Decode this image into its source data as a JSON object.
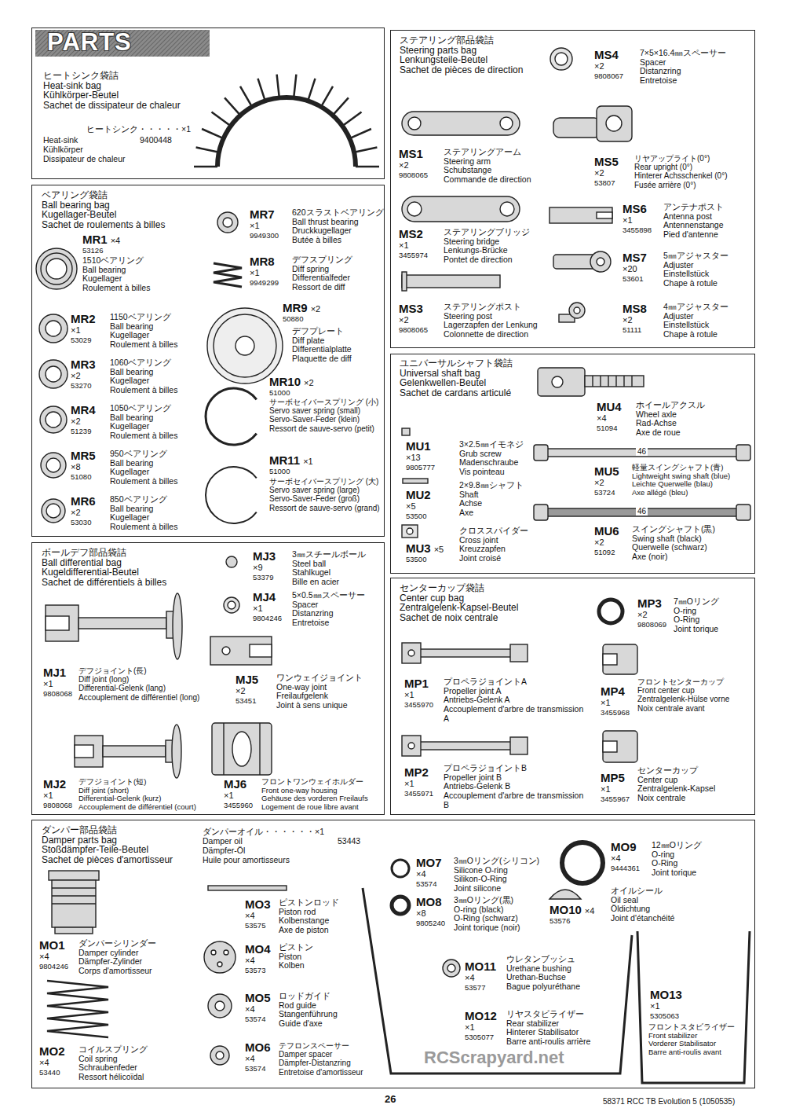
{
  "diagram": {
    "title": "PARTS",
    "nodes": [
      {
        "text": [
          "ヒートシンク袋詰",
          "Heat-sink bag",
          "Kühlkörper-Beutel",
          "Sachet de dissipateur de chaleur"
        ]
      },
      {
        "text": [
          "ベアリング袋詰",
          "Ball bearing bag",
          "Kugellager-Beutel",
          "Sachet de roulements à billes"
        ]
      },
      {
        "text": [
          "ボールデフ部品袋詰",
          "Ball differential bag",
          "Kugeldifferential-Beutel",
          "Sachet de différentiels à billes"
        ]
      },
      {
        "text": [
          "ステアリング部品袋詰",
          "Steering parts bag",
          "Lenkungsteile-Beutel",
          "Sachet de pièces de direction"
        ]
      },
      {
        "text": [
          "ユニバーサルシャフト袋詰",
          "Universal shaft bag",
          "Gelenkwellen-Beutel",
          "Sachet de cardans articulé"
        ]
      },
      {
        "text": [
          "センターカップ袋詰",
          "Center cup bag",
          "Zentralgelenk-Kapsel-Beutel",
          "Sachet de noix centrale"
        ]
      },
      {
        "text": [
          "ダンパー部品袋詰",
          "Damper parts bag",
          "Stoßdämpfer-Teile-Beutel",
          "Sachet de pièces d'amortisseur"
        ]
      }
    ],
    "labels": [
      "ヒートシンク・・・・・×1",
      "Heat-sink",
      "9400448",
      "Kühlkörper",
      "Dissipateur de chaleur",
      "MR1",
      "×4",
      "53126",
      "1510ベアリング",
      "Ball bearing",
      "Kugellager",
      "Roulement à billes",
      "MR2",
      "×1",
      "53029",
      "1150ベアリング",
      "Ball bearing",
      "Kugellager",
      "Roulement à billes",
      "MR3",
      "×2",
      "53270",
      "1060ベアリング",
      "Ball bearing",
      "Kugellager",
      "Roulement à billes",
      "MR4",
      "×2",
      "51239",
      "1050ベアリング",
      "Ball bearing",
      "Kugellager",
      "Roulement à billes",
      "MR5",
      "×8",
      "51080",
      "950ベアリング",
      "Ball bearing",
      "Kugellager",
      "Roulement à billes",
      "MR6",
      "×2",
      "53030",
      "850ベアリング",
      "Ball bearing",
      "Kugellager",
      "Roulement à billes",
      "MR7",
      "×1",
      "9949300",
      "620スラストベアリング",
      "Ball thrust bearing",
      "Druckkugellager",
      "Butée à billes",
      "MR8",
      "×1",
      "9949299",
      "デフスプリング",
      "Diff spring",
      "Differentialfeder",
      "Ressort de diff",
      "MR9",
      "×2",
      "50880",
      "デフプレート",
      "Diff plate",
      "Differentialplatte",
      "Plaquette de diff",
      "MR10",
      "×2",
      "51000",
      "サーボセイバースプリング (小)",
      "Servo saver spring (small)",
      "Servo-Saver-Feder (klein)",
      "Ressort de sauve-servo (petit)",
      "MR11",
      "×1",
      "51000",
      "サーボセイバースプリング (大)",
      "Servo saver spring (large)",
      "Servo-Saver-Feder (groß)",
      "Ressort de sauve-servo (grand)",
      "MJ3",
      "×9",
      "53379",
      "3㎜スチールボール",
      "Steel ball",
      "Stahlkugel",
      "Bille en acier",
      "MJ4",
      "×1",
      "9804246",
      "5×0.5㎜スペーサー",
      "Spacer",
      "Distanzring",
      "Entretoise",
      "MJ1",
      "×1",
      "9808068",
      "デフジョイント(長)",
      "Diff joint (long)",
      "Differential-Gelenk (lang)",
      "Accouplement de différentiel (long)",
      "MJ5",
      "×2",
      "53451",
      "ワンウェイジョイント",
      "One-way joint",
      "Freilaufgelenk",
      "Joint à sens unique",
      "MJ2",
      "×1",
      "9808068",
      "デフジョイント(短)",
      "Diff joint (short)",
      "Differential-Gelenk (kurz)",
      "Accouplement de différentiel (court)",
      "MJ6",
      "×1",
      "3455960",
      "フロントワンウェイホルダー",
      "Front one-way housing",
      "Gehäuse des vorderen Freilaufs",
      "Logement de roue libre avant",
      "MS4",
      "×2",
      "9808067",
      "7×5×16.4㎜スペーサー",
      "Spacer",
      "Distanzring",
      "Entretoise",
      "MS1",
      "×2",
      "9808065",
      "ステアリングアーム",
      "Steering arm",
      "Schubstange",
      "Commande de direction",
      "MS5",
      "×2",
      "53807",
      "リヤアップライト(0°)",
      "Rear upright (0°)",
      "Hinterer Achsschenkel (0°)",
      "Fusée arrière (0°)",
      "MS2",
      "×1",
      "3455974",
      "ステアリングブリッジ",
      "Steering bridge",
      "Lenkungs-Brücke",
      "Pontet de direction",
      "MS6",
      "×1",
      "3455898",
      "アンテナポスト",
      "Antenna post",
      "Antennenstange",
      "Pied d'antenne",
      "MS7",
      "×20",
      "53601",
      "5㎜アジャスター",
      "Adjuster",
      "Einstellstück",
      "Chape à rotule",
      "MS3",
      "×2",
      "9808065",
      "ステアリングポスト",
      "Steering post",
      "Lagerzapfen der Lenkung",
      "Colonnette de direction",
      "MS8",
      "×2",
      "51111",
      "4㎜アジャスター",
      "Adjuster",
      "Einstellstück",
      "Chape à rotule",
      "MU4",
      "×4",
      "51094",
      "ホイールアクスル",
      "Wheel axle",
      "Rad-Achse",
      "Axe de roue",
      "MU1",
      "×13",
      "9805777",
      "3×2.5㎜イモネジ",
      "Grub screw",
      "Madenschraube",
      "Vis pointeau",
      "MU2",
      "×5",
      "53500",
      "2×9.8㎜シャフト",
      "Shaft",
      "Achse",
      "Axe",
      "MU3",
      "×5",
      "53500",
      "クロススパイダー",
      "Cross joint",
      "Kreuzzapfen",
      "Joint croisé",
      "46",
      "MU5",
      "×2",
      "53724",
      "軽量スイングシャフト(青)",
      "Lightweight swing shaft (blue)",
      "Leichte Querwelle (blau)",
      "Axe allégé (bleu)",
      "46",
      "MU6",
      "×2",
      "51092",
      "スイングシャフト(黒)",
      "Swing shaft (black)",
      "Querwelle (schwarz)",
      "Axe (noir)",
      "MP3",
      "×2",
      "9808069",
      "7㎜Oリング",
      "O-ring",
      "O-Ring",
      "Joint torique",
      "MP1",
      "×1",
      "3455970",
      "プロペラジョイントA",
      "Propeller joint A",
      "Antriebs-Gelenk A",
      "Accouplement d'arbre de transmission A",
      "MP4",
      "×1",
      "3455968",
      "フロントセンターカップ",
      "Front center cup",
      "Zentralgelenk-Hülse vorne",
      "Noix centrale avant",
      "MP2",
      "×1",
      "3455971",
      "プロペラジョイントB",
      "Propeller joint B",
      "Antriebs-Gelenk B",
      "Accouplement d'arbre de transmission B",
      "MP5",
      "×1",
      "3455967",
      "センターカップ",
      "Center cup",
      "Zentralgelenk-Kapsel",
      "Noix centrale",
      "ダンパーオイル・・・・・・×1",
      "Damper oil",
      "53443",
      "Dämpfer-Öl",
      "Huile pour amortisseurs",
      "MO1",
      "×4",
      "9804246",
      "ダンパーシリンダー",
      "Damper cylinder",
      "Dämpfer-Zylinder",
      "Corps d'amortisseur",
      "MO3",
      "×4",
      "53575",
      "ピストンロッド",
      "Piston rod",
      "Kolbenstange",
      "Axe de piston",
      "MO4",
      "×4",
      "53573",
      "ピストン",
      "Piston",
      "Kolben",
      "MO5",
      "×4",
      "53574",
      "ロッドガイド",
      "Rod guide",
      "Stangenführung",
      "Guide d'axe",
      "MO6",
      "×4",
      "53574",
      "テフロンスペーサー",
      "Damper spacer",
      "Dämpfer-Distanzring",
      "Entretoise d'amortisseur",
      "MO7",
      "×4",
      "53574",
      "3㎜Oリング(シリコン)",
      "Silicone O-ring",
      "Silikon-O-Ring",
      "Joint silicone",
      "MO8",
      "×8",
      "9805240",
      "3㎜Oリング(黒)",
      "O-ring (black)",
      "O-Ring (schwarz)",
      "Joint torique (noir)",
      "MO9",
      "×4",
      "9444361",
      "12㎜Oリング",
      "O-ring",
      "O-Ring",
      "Joint torique",
      "MO10",
      "×4",
      "53576",
      "オイルシール",
      "Oil seal",
      "Öldichtung",
      "Joint d'étanchéité",
      "MO11",
      "×4",
      "53577",
      "ウレタンブッシュ",
      "Urethane bushing",
      "Urethan-Buchse",
      "Bague polyuréthane",
      "MO12",
      "×1",
      "5305077",
      "リヤスタビライザー",
      "Rear stabilizer",
      "Hinterer Stabilisator",
      "Barre anti-roulis arrière",
      "MO13",
      "×1",
      "5305063",
      "フロントスタビライザー",
      "Front stabilizer",
      "Vorderer Stabilisator",
      "Barre anti-roulis avant",
      "MO2",
      "×4",
      "53440",
      "コイルスプリング",
      "Coil spring",
      "Schraubenfeder",
      "Ressort hélicoïdal",
      "26",
      "58371 RCC TB Evolution 5 (1050535)",
      "RCScrapyard.net"
    ]
  }
}
